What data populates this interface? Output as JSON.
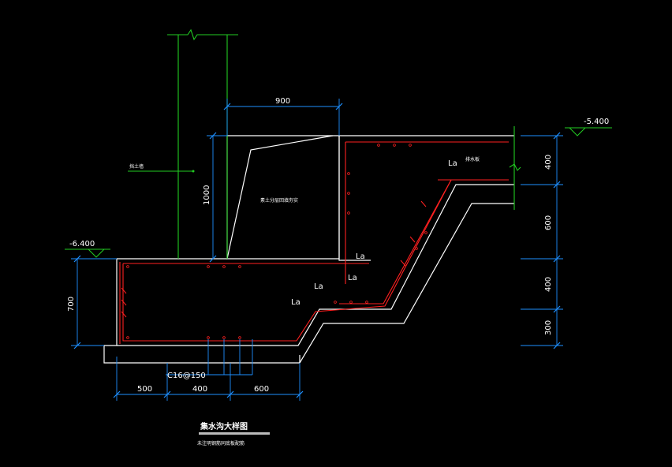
{
  "colors": {
    "background": "#000000",
    "concrete": "#ffffff",
    "rebar": "#ff2020",
    "dimension": "#1e90ff",
    "wall": "#22cc22",
    "title_bar": "#bbbbbb"
  },
  "elevations": {
    "left": "-6.400",
    "right": "-5.400"
  },
  "dimensions": {
    "top_width": "900",
    "wall_height": "1000",
    "left_height": "700",
    "bottom": [
      "500",
      "400",
      "600"
    ],
    "right": [
      "400",
      "600",
      "400",
      "300"
    ]
  },
  "rebar_note": "C16@150",
  "anchor_labels": [
    "La",
    "La",
    "La",
    "La",
    "La"
  ],
  "labels": {
    "wall": "挡土墙",
    "fill": "素土分层回填夯实",
    "drain_top": "排水板"
  },
  "title": {
    "main": "集水沟大样图",
    "sub": "未注明钢筋同底板配筋"
  }
}
